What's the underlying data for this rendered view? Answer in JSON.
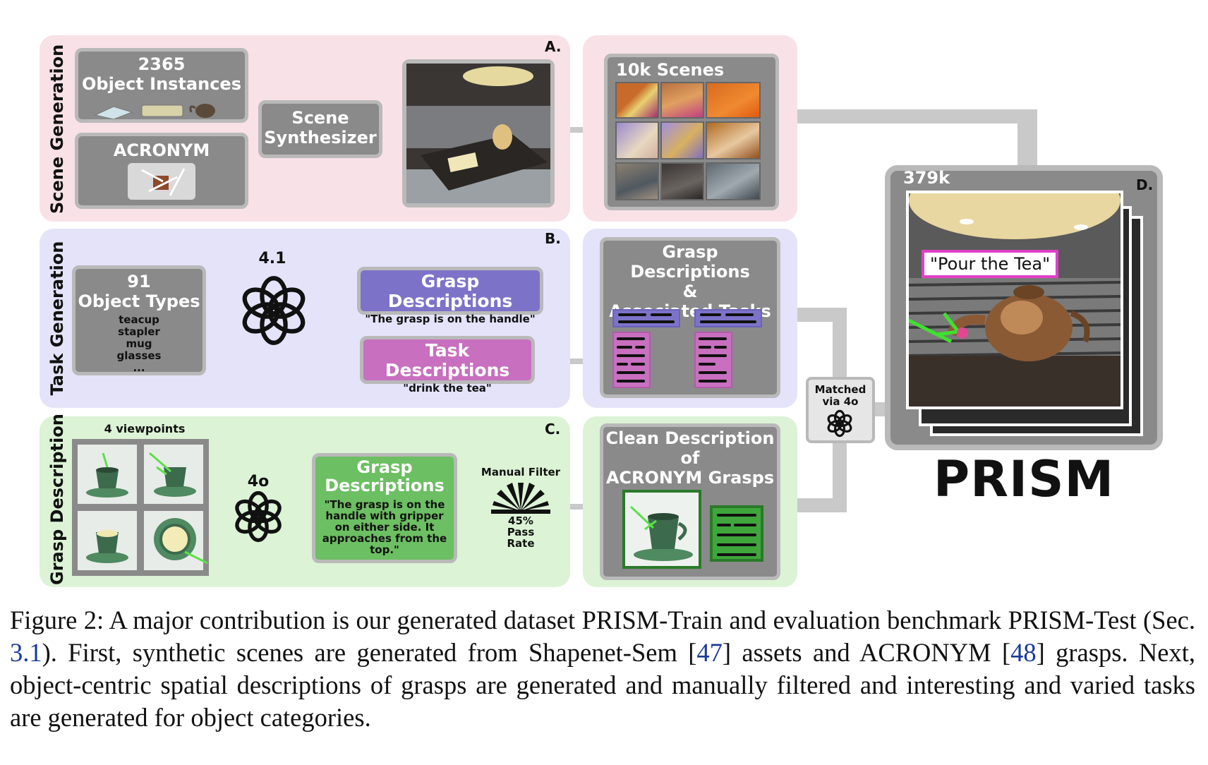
{
  "scene": {
    "side_label": "Scene Generation",
    "letter": "A.",
    "objects_count": "2365",
    "objects_label": "Object Instances",
    "grasps_label": "ACRONYM Grasps",
    "synth_label_1": "Scene",
    "synth_label_2": "Synthesizer",
    "scenes_label": "10k Scenes"
  },
  "task": {
    "side_label": "Task Generation",
    "letter": "B.",
    "types_count": "91",
    "types_label": "Object Types",
    "types_list": [
      "teacup",
      "stapler",
      "mug",
      "glasses",
      "..."
    ],
    "model": "4.1",
    "grasp_desc_title": "Grasp Descriptions",
    "grasp_desc_example": "\"The grasp is on the handle\"",
    "task_desc_title": "Task Descriptions",
    "task_desc_example": "\"drink the tea\"",
    "assoc_title_1": "Grasp Descriptions",
    "assoc_title_2": "&",
    "assoc_title_3": "Associated Tasks"
  },
  "grasp": {
    "side_label": "Grasp Description",
    "letter": "C.",
    "viewpoints": "4 viewpoints",
    "model": "4o",
    "desc_title_1": "Grasp",
    "desc_title_2": "Descriptions",
    "desc_example": "\"The grasp is on the handle with gripper on either side. It approaches from the top.\"",
    "filter_label": "Manual Filter",
    "pass_rate_1": "45%",
    "pass_rate_2": "Pass",
    "pass_rate_3": "Rate",
    "clean_title_1": "Clean Description",
    "clean_title_2": "of",
    "clean_title_3": "ACRONYM Grasps"
  },
  "matched": {
    "line1": "Matched",
    "line2": "via 4o"
  },
  "dataset": {
    "count": "379k",
    "letter": "D.",
    "prompt": "\"Pour the Tea\"",
    "name": "PRISM"
  },
  "caption": {
    "p1": "Figure 2: A major contribution is our generated dataset PRISM-Train and evaluation benchmark PRISM-Test (Sec. ",
    "r1": "3.1",
    "p2": "). First, synthetic scenes are generated from Shapenet-Sem [",
    "r2": "47",
    "p3": "] assets and ACRONYM [",
    "r3": "48",
    "p4": "] grasps. Next, object-centric spatial descriptions of grasps are generated and manually filtered and interesting and varied tasks are generated for object categories."
  },
  "colors": {
    "pink_bg": "#f9e1e8",
    "lavender_bg": "#e4e3f9",
    "mint_bg": "#dcf3d6",
    "gray_box": "#8a8a8a",
    "purple_box": "#7c73c9",
    "magenta_box": "#c86fc0",
    "green_box": "#6cbf62",
    "prompt_border": "#e040c8"
  }
}
